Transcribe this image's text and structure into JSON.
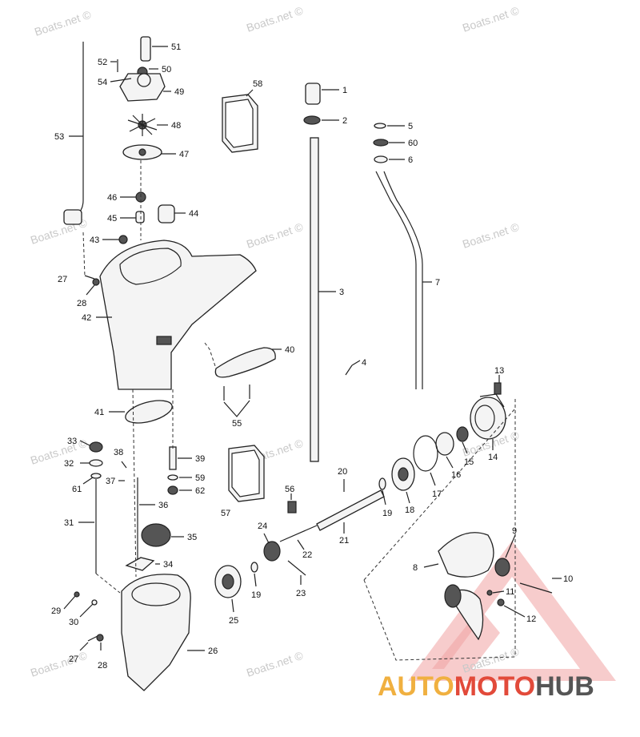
{
  "watermark": "Boats.net ©",
  "brand": {
    "part1": "AUTO",
    "part2": "MOTO",
    "part3": "HUB"
  },
  "callouts": [
    {
      "n": "51"
    },
    {
      "n": "52"
    },
    {
      "n": "50"
    },
    {
      "n": "54"
    },
    {
      "n": "49"
    },
    {
      "n": "58"
    },
    {
      "n": "1"
    },
    {
      "n": "2"
    },
    {
      "n": "5"
    },
    {
      "n": "60"
    },
    {
      "n": "6"
    },
    {
      "n": "48"
    },
    {
      "n": "53"
    },
    {
      "n": "47"
    },
    {
      "n": "46"
    },
    {
      "n": "45"
    },
    {
      "n": "44"
    },
    {
      "n": "43"
    },
    {
      "n": "3"
    },
    {
      "n": "7"
    },
    {
      "n": "27"
    },
    {
      "n": "28"
    },
    {
      "n": "42"
    },
    {
      "n": "40"
    },
    {
      "n": "4"
    },
    {
      "n": "13"
    },
    {
      "n": "55"
    },
    {
      "n": "41"
    },
    {
      "n": "14"
    },
    {
      "n": "15"
    },
    {
      "n": "16"
    },
    {
      "n": "17"
    },
    {
      "n": "18"
    },
    {
      "n": "19"
    },
    {
      "n": "20"
    },
    {
      "n": "21"
    },
    {
      "n": "33"
    },
    {
      "n": "32"
    },
    {
      "n": "61"
    },
    {
      "n": "38"
    },
    {
      "n": "37"
    },
    {
      "n": "39"
    },
    {
      "n": "59"
    },
    {
      "n": "62"
    },
    {
      "n": "36"
    },
    {
      "n": "57"
    },
    {
      "n": "56"
    },
    {
      "n": "31"
    },
    {
      "n": "35"
    },
    {
      "n": "24"
    },
    {
      "n": "22"
    },
    {
      "n": "23"
    },
    {
      "n": "34"
    },
    {
      "n": "19"
    },
    {
      "n": "25"
    },
    {
      "n": "26"
    },
    {
      "n": "29"
    },
    {
      "n": "30"
    },
    {
      "n": "27"
    },
    {
      "n": "28"
    },
    {
      "n": "8"
    },
    {
      "n": "9"
    },
    {
      "n": "10"
    },
    {
      "n": "11"
    },
    {
      "n": "12"
    }
  ]
}
